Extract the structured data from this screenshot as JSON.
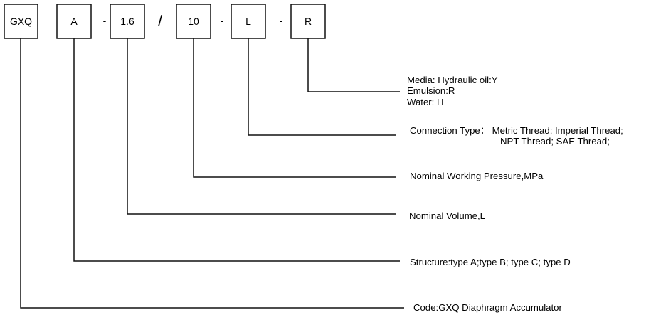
{
  "code_boxes": [
    "GXQ",
    "A",
    "1.6",
    "10",
    "L",
    "R"
  ],
  "separators": [
    "-",
    "/",
    "-",
    "-"
  ],
  "descriptions": {
    "media": [
      "Media: Hydraulic oil:Y",
      "Emulsion:R",
      "Water:  H"
    ],
    "connection": [
      "Connection  Type： Metric Thread; Imperial Thread;",
      "NPT  Thread;     SAE Thread;"
    ],
    "pressure": "Nominal  Working  Pressure,MPa",
    "volume": "Nominal  Volume,L",
    "structure": "Structure:type  A;type B; type C; type D",
    "code": "Code:GXQ Diaphragm Accumulator"
  }
}
